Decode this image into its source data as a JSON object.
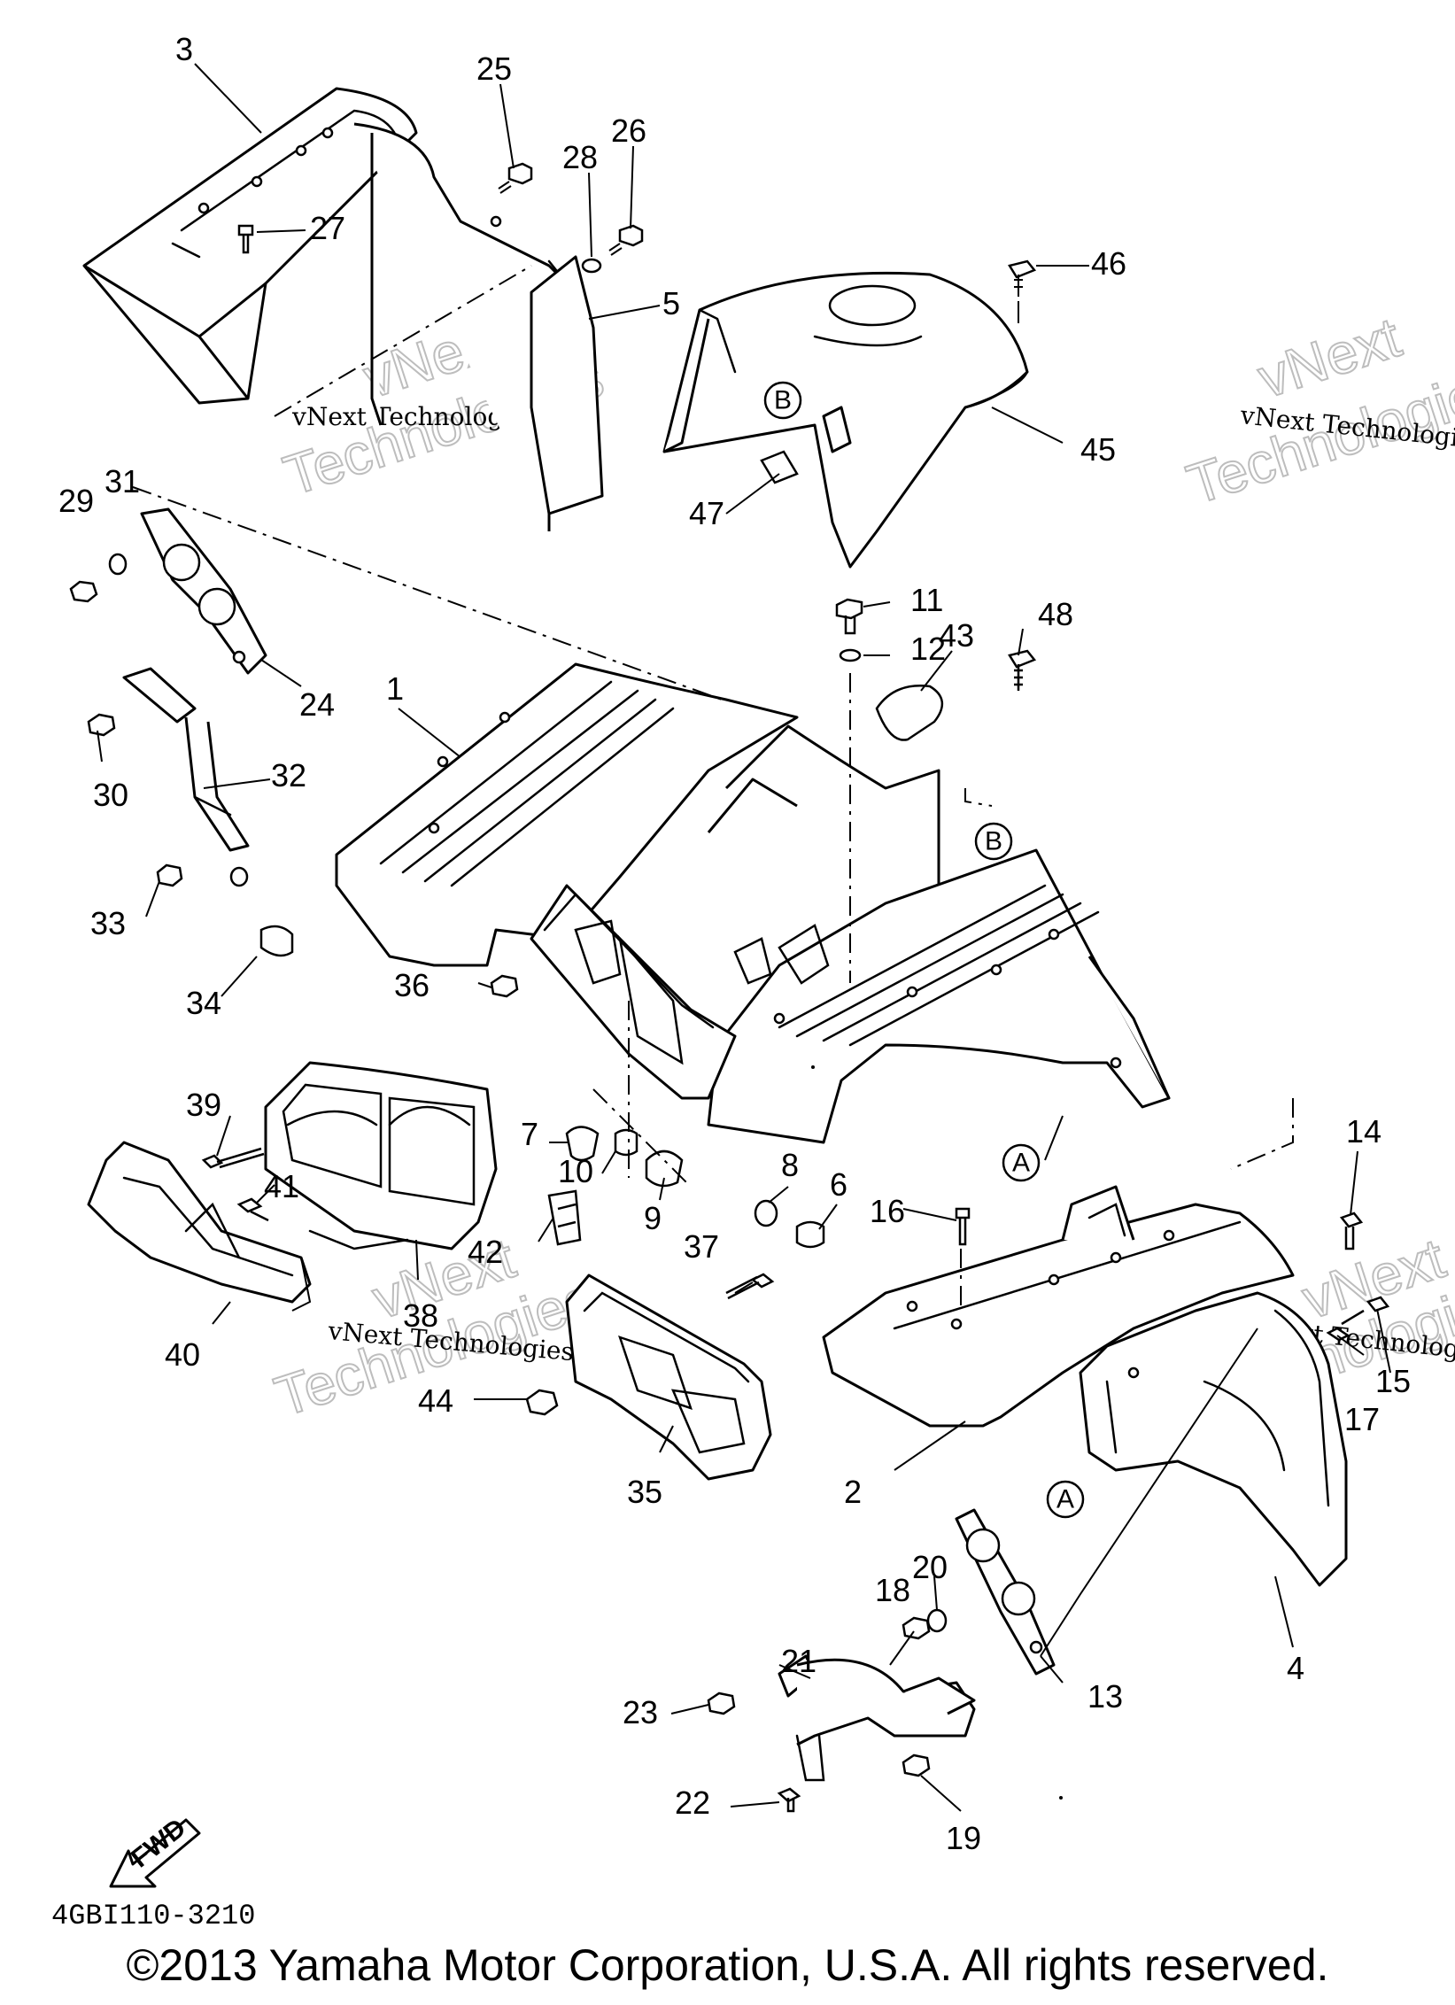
{
  "diagram_code": "4GBI110-3210",
  "copyright": "©2013 Yamaha Motor Corporation, U.S.A. All rights reserved.",
  "fwd_label": "FWD",
  "watermark": {
    "line1": "vNext Technologies",
    "line2": "vNext",
    "line3": "Technologies"
  },
  "ref_markers": {
    "a": "A",
    "b": "B"
  },
  "parts": {
    "p1": "1",
    "p2": "2",
    "p3": "3",
    "p4": "4",
    "p5": "5",
    "p6": "6",
    "p7": "7",
    "p8": "8",
    "p9": "9",
    "p10": "10",
    "p11": "11",
    "p12": "12",
    "p13": "13",
    "p14": "14",
    "p15": "15",
    "p16": "16",
    "p17": "17",
    "p18": "18",
    "p19": "19",
    "p20": "20",
    "p21": "21",
    "p22": "22",
    "p23": "23",
    "p24": "24",
    "p25": "25",
    "p26": "26",
    "p27": "27",
    "p28": "28",
    "p29": "29",
    "p30": "30",
    "p31": "31",
    "p32": "32",
    "p33": "33",
    "p34": "34",
    "p35": "35",
    "p36": "36",
    "p37": "37",
    "p38": "38",
    "p39": "39",
    "p40": "40",
    "p41": "41",
    "p42": "42",
    "p43": "43",
    "p44": "44",
    "p45": "45",
    "p46": "46",
    "p47": "47",
    "p48": "48"
  }
}
